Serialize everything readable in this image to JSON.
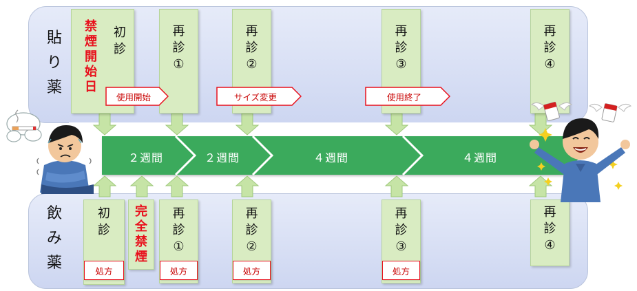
{
  "bands": {
    "top_label": [
      "貼",
      "り",
      "薬"
    ],
    "bottom_label": [
      "飲",
      "み",
      "薬"
    ]
  },
  "top_boxes": [
    {
      "id": "initial",
      "chars": [
        "初",
        "診"
      ]
    },
    {
      "id": "r1",
      "chars": [
        "再",
        "診",
        "①"
      ]
    },
    {
      "id": "r2",
      "chars": [
        "再",
        "診",
        "②"
      ]
    },
    {
      "id": "r3",
      "chars": [
        "再",
        "診",
        "③"
      ]
    },
    {
      "id": "r4",
      "chars": [
        "再",
        "診",
        "④"
      ]
    }
  ],
  "quit_start_day": [
    "禁",
    "煙",
    "開",
    "始",
    "日"
  ],
  "bottom_boxes": [
    {
      "id": "initial",
      "chars": [
        "初",
        "診"
      ]
    },
    {
      "id": "r1",
      "chars": [
        "再",
        "診",
        "①"
      ]
    },
    {
      "id": "r2",
      "chars": [
        "再",
        "診",
        "②"
      ]
    },
    {
      "id": "r3",
      "chars": [
        "再",
        "診",
        "③"
      ]
    },
    {
      "id": "r4",
      "chars": [
        "再",
        "診",
        "④"
      ]
    }
  ],
  "complete_quit": [
    "完",
    "全",
    "禁",
    "煙"
  ],
  "prescription_label": "処方",
  "patch_tags": {
    "start": "使用開始",
    "size_change": "サイズ変更",
    "end": "使用終了"
  },
  "timeline_segments": [
    "２週間",
    "２週間",
    "４週間",
    "４週間"
  ],
  "colors": {
    "timeline_green": "#3aaa5c",
    "box_green": "#d9ecc2",
    "band_blue": "#cdd6f1",
    "accent_red": "#e8101c"
  }
}
